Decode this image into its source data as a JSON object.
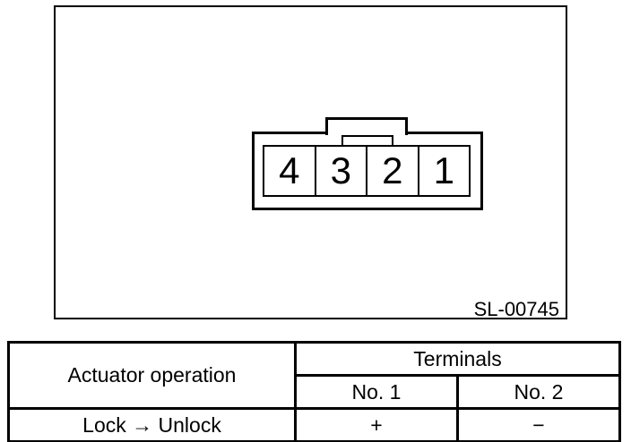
{
  "colors": {
    "line": "#000000",
    "background": "#ffffff"
  },
  "figure": {
    "code": "SL-00745",
    "connector": {
      "terminals": [
        "4",
        "3",
        "2",
        "1"
      ]
    }
  },
  "table": {
    "col1_header": "Actuator operation",
    "group_header": "Terminals",
    "sub_headers": [
      "No. 1",
      "No. 2"
    ],
    "rows": [
      {
        "operation": "Lock → Unlock",
        "no1": "+",
        "no2": "−"
      }
    ]
  }
}
